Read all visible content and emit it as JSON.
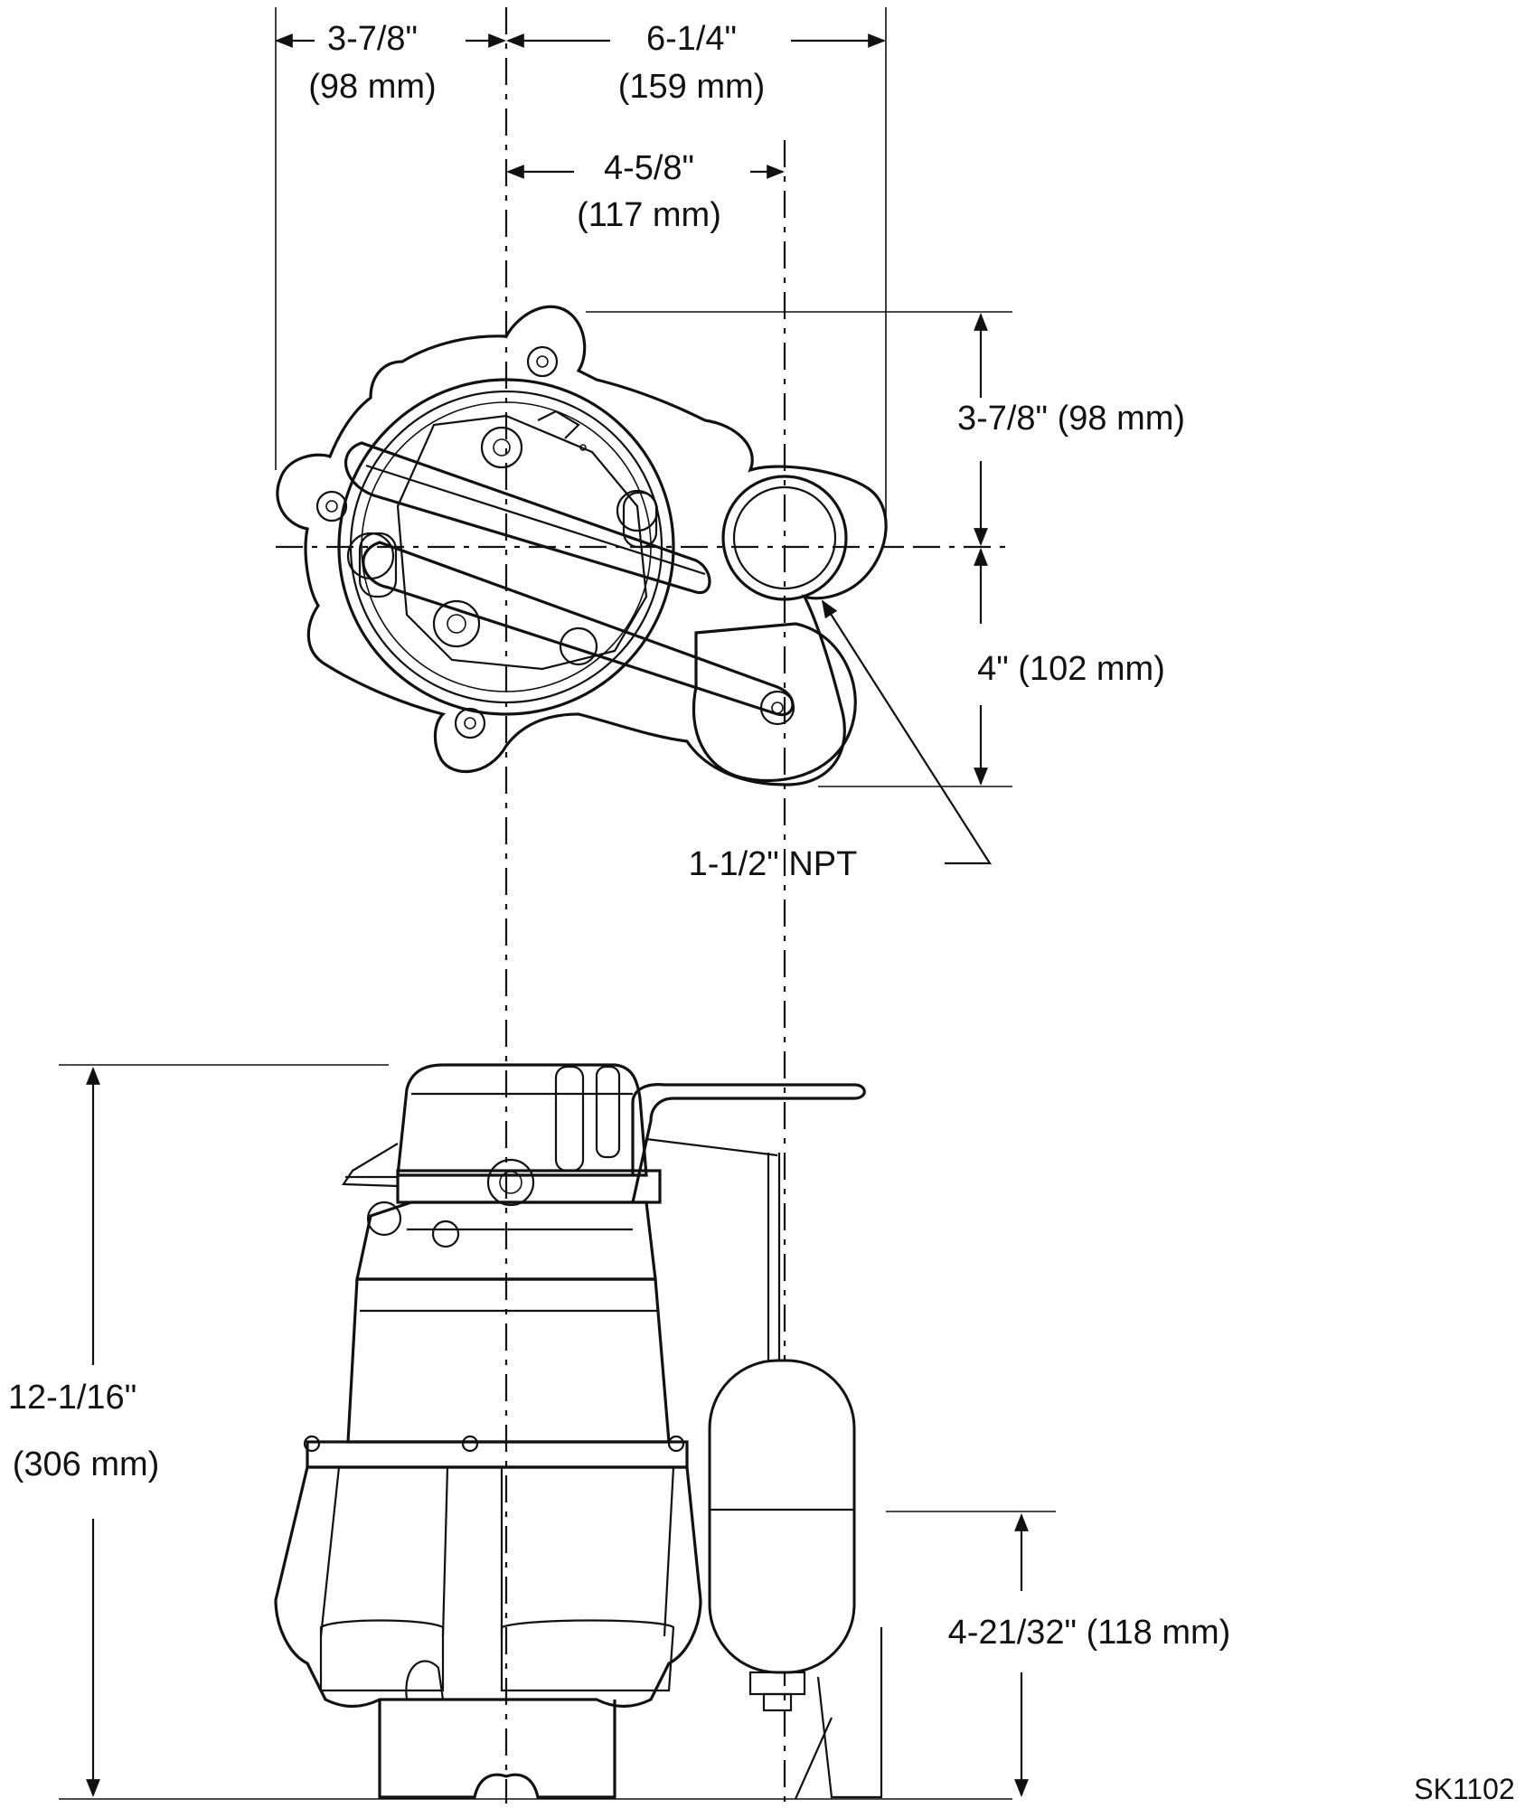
{
  "top_view": {
    "left_offset": {
      "inch": "3-7/8\"",
      "mm": "(98 mm)"
    },
    "right_offset": {
      "inch": "6-1/4\"",
      "mm": "(159 mm)"
    },
    "discharge_offset": {
      "inch": "4-5/8\"",
      "mm": "(117 mm)"
    },
    "upper_depth": "3-7/8\" (98 mm)",
    "lower_depth": "4\" (102 mm)",
    "discharge_label": "1-1/2\" NPT"
  },
  "side_view": {
    "height": {
      "inch": "12-1/16\"",
      "mm": "(306 mm)"
    },
    "switch_height": "4-21/32\" (118 mm)"
  },
  "drawing_id": "SK1102",
  "colors": {
    "line": "#111111",
    "background": "#ffffff"
  }
}
